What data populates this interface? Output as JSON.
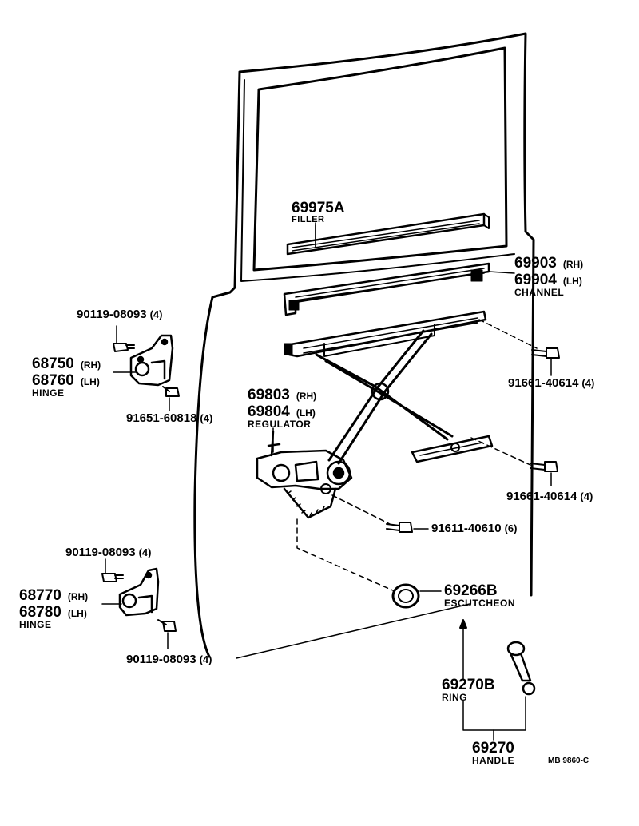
{
  "labels": {
    "filler_pn": "69975A",
    "filler_nm": "FILLER",
    "channel_rh": "69903",
    "channel_rh_q": "(RH)",
    "channel_lh": "69904",
    "channel_lh_q": "(LH)",
    "channel_nm": "CHANNEL",
    "bolt_top_left": "90119-08093",
    "bolt_top_left_q": "(4)",
    "hinge_up_rh": "68750",
    "hinge_up_rh_q": "(RH)",
    "hinge_up_lh": "68760",
    "hinge_up_lh_q": "(LH)",
    "hinge_up_nm": "HINGE",
    "bolt_hinge_up": "91651-60818",
    "bolt_hinge_up_q": "(4)",
    "regulator_rh": "69803",
    "regulator_rh_q": "(RH)",
    "regulator_lh": "69804",
    "regulator_lh_q": "(LH)",
    "regulator_nm": "REGULATOR",
    "bolt_right_1": "91661-40614",
    "bolt_right_1_q": "(4)",
    "bolt_right_2": "91661-40614",
    "bolt_right_2_q": "(4)",
    "bolt_center": "91611-40610",
    "bolt_center_q": "(6)",
    "bolt_low_left": "90119-08093",
    "bolt_low_left_q": "(4)",
    "hinge_low_rh": "68770",
    "hinge_low_rh_q": "(RH)",
    "hinge_low_lh": "68780",
    "hinge_low_lh_q": "(LH)",
    "hinge_low_nm": "HINGE",
    "escutcheon_pn": "69266B",
    "escutcheon_nm": "ESCUTCHEON",
    "bolt_bottom": "90119-08093",
    "bolt_bottom_q": "(4)",
    "ring_pn": "69270B",
    "ring_nm": "RING",
    "handle_pn": "69270",
    "handle_nm": "HANDLE",
    "drawing_code": "MB 9860-C"
  }
}
